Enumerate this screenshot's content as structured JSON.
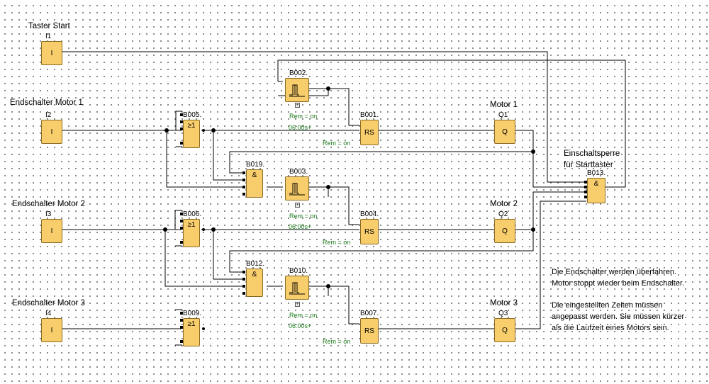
{
  "inputs": [
    {
      "id": "I1",
      "title": "Taster Start",
      "glyph": "I"
    },
    {
      "id": "I2",
      "title": "Endschalter Motor 1",
      "glyph": "I"
    },
    {
      "id": "I3",
      "title": "Endschalter Motor 2",
      "glyph": "I"
    },
    {
      "id": "I4",
      "title": "Endschalter Motor 3",
      "glyph": "I"
    }
  ],
  "or_blocks": [
    {
      "id": "B005.",
      "glyph": "≥1"
    },
    {
      "id": "B006.",
      "glyph": "≥1"
    },
    {
      "id": "B009.",
      "glyph": "≥1"
    }
  ],
  "and_blocks": [
    {
      "id": "B019.",
      "glyph": "&"
    },
    {
      "id": "B012.",
      "glyph": "&"
    },
    {
      "id": "B013.",
      "glyph": "&",
      "title_line1": "Einschaltsperre",
      "title_line2": "für Starttaster"
    }
  ],
  "timers": [
    {
      "id": "B002.",
      "rem": "Rem = on",
      "time": "06:00s+"
    },
    {
      "id": "B003.",
      "rem": "Rem = on",
      "time": "06:00s+"
    },
    {
      "id": "B010.",
      "rem": "Rem = on",
      "time": "06:00s+"
    }
  ],
  "rs_blocks": [
    {
      "id": "B001.",
      "glyph": "RS",
      "rem": "Rem = on"
    },
    {
      "id": "B004.",
      "glyph": "RS",
      "rem": "Rem = on"
    },
    {
      "id": "B007.",
      "glyph": "RS",
      "rem": "Rem = on"
    }
  ],
  "outputs": [
    {
      "id": "Q1",
      "title": "Motor 1",
      "glyph": "Q"
    },
    {
      "id": "Q2",
      "title": "Motor 2",
      "glyph": "Q"
    },
    {
      "id": "Q3",
      "title": "Motor 3",
      "glyph": "Q"
    }
  ],
  "notes": {
    "n1_line1": "Die Endschalter werden überfahren.",
    "n1_line2": "Motor stoppt wieder beim Endschalter.",
    "n2_line1": "Die eingestellten Zeiten müssen",
    "n2_line2": "angepasst werden. Sie müssen kürzer",
    "n2_line3": "als die Laufzeit eines Motors sein."
  },
  "colors": {
    "block_fill": "#f8cd6c",
    "block_border": "#8a6a22",
    "param_text": "#1a7a1a",
    "wire": "#000000"
  }
}
